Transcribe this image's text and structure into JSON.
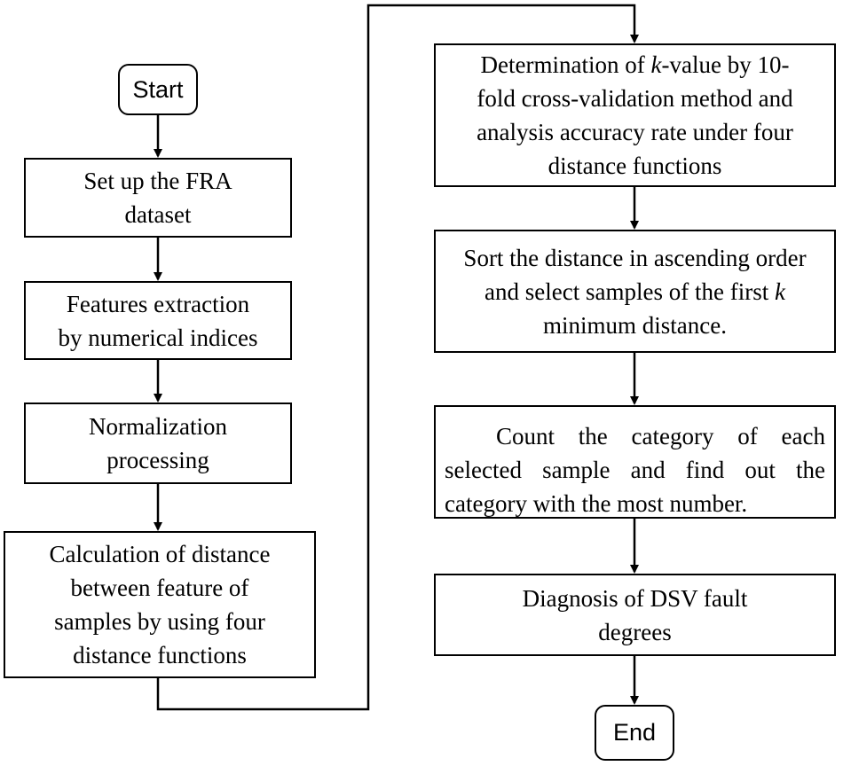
{
  "nodes": {
    "start": {
      "label": "Start"
    },
    "dataset": {
      "lines": [
        "Set up the FRA",
        "dataset"
      ]
    },
    "features": {
      "lines": [
        "Features extraction",
        "by numerical indices"
      ]
    },
    "normalization": {
      "lines": [
        "Normalization",
        "processing"
      ]
    },
    "distance_calc": {
      "lines": [
        "Calculation of distance",
        "between feature of",
        "samples by using four",
        "distance functions"
      ]
    },
    "kvalue": {
      "prefix": "Determination of ",
      "k": "k",
      "line1_rest": "-value by 10-",
      "line2": "fold cross-validation method and",
      "line3": "analysis accuracy rate under four",
      "line4": "distance functions"
    },
    "sort": {
      "line1": "Sort the distance in ascending order",
      "line2_prefix": "and select samples of the first ",
      "k": "k",
      "line3": "minimum distance."
    },
    "count": {
      "text": "Count the category of each selected sample and find out the category with the most number."
    },
    "diagnosis": {
      "lines": [
        "Diagnosis of DSV fault",
        "degrees"
      ]
    },
    "end": {
      "label": "End"
    }
  }
}
